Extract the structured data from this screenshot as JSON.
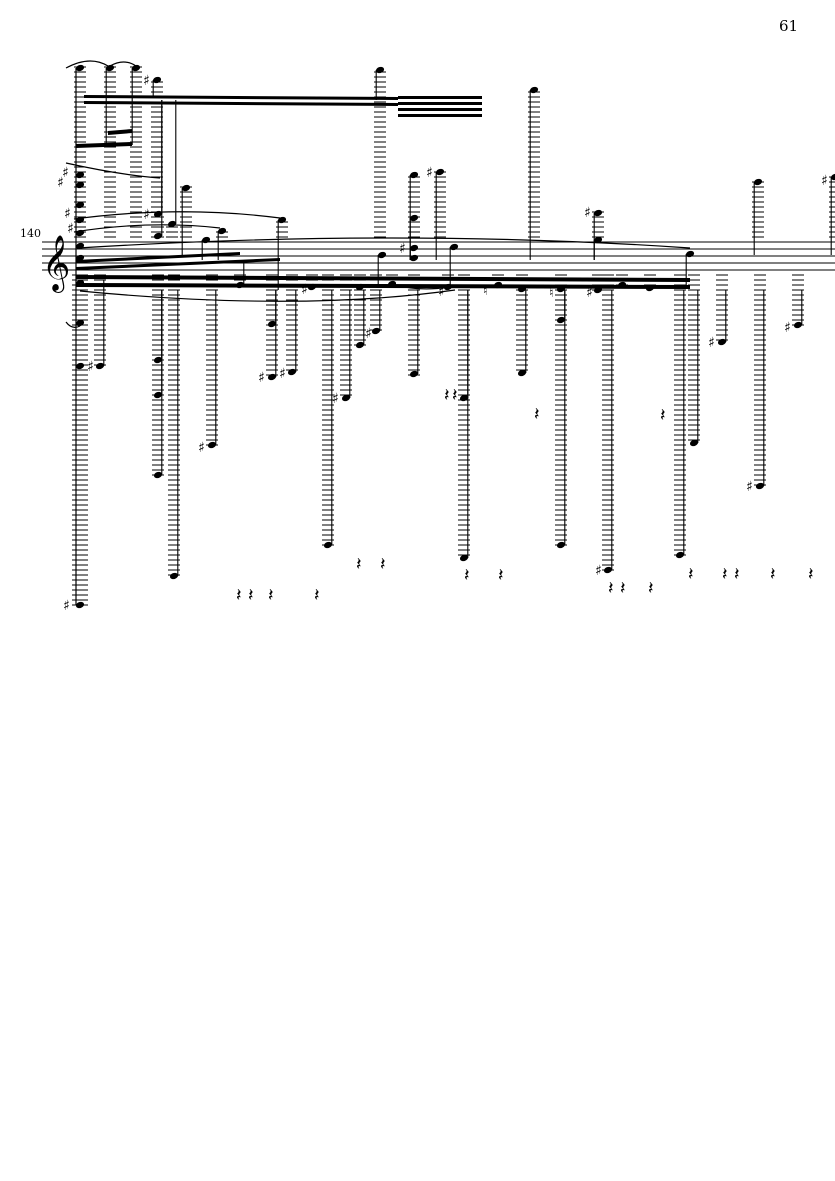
{
  "page": {
    "number": "61"
  },
  "system": {
    "measure_number": "140",
    "clef": "treble-clef-icon",
    "staff_lines": 5
  },
  "symbols": {
    "sharp": "♯",
    "natural": "♮",
    "rest": "𝄽",
    "treble_clef": "𝄞"
  },
  "colors": {
    "ink": "#000000",
    "paper": "#ffffff"
  }
}
